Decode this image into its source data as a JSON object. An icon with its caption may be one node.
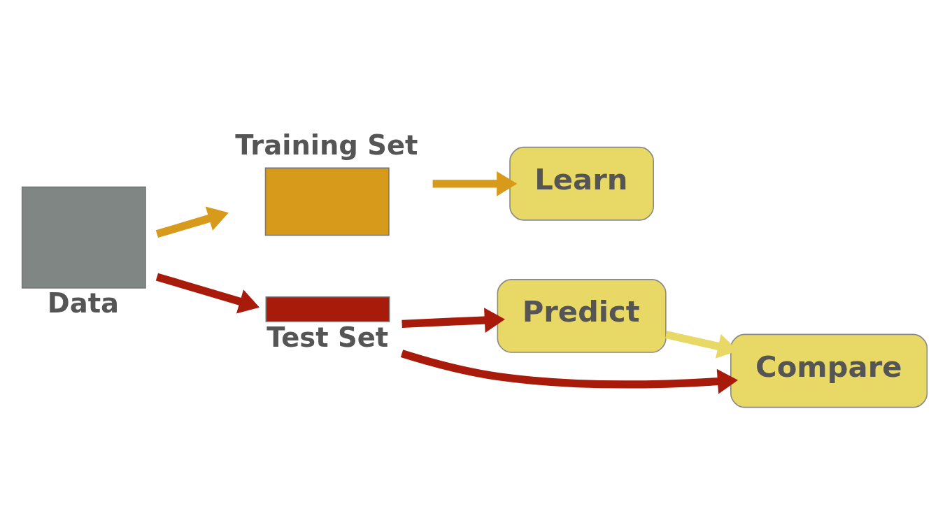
{
  "diagram": {
    "nodes": [
      {
        "text": [
          "Data"
        ]
      },
      {
        "text": [
          "Training Set"
        ]
      },
      {
        "text": [
          "Test Set"
        ]
      },
      {
        "text": [
          "Learn"
        ]
      },
      {
        "text": [
          "Predict"
        ]
      },
      {
        "text": [
          "Compare"
        ]
      }
    ],
    "edges": [
      {
        "from": 0,
        "to": 1,
        "arrow": "to",
        "color": "#d89a1a"
      },
      {
        "from": 0,
        "to": 2,
        "arrow": "to"
      },
      {
        "from": 1,
        "to": 3,
        "arrow": "to",
        "color": "#d89a1a"
      },
      {
        "from": 2,
        "to": 4,
        "arrow": "to"
      },
      {
        "from": 4,
        "to": 5,
        "arrow": "to",
        "color": "#e8d966"
      },
      {
        "from": 2,
        "to": 5,
        "arrow": "to"
      }
    ]
  }
}
